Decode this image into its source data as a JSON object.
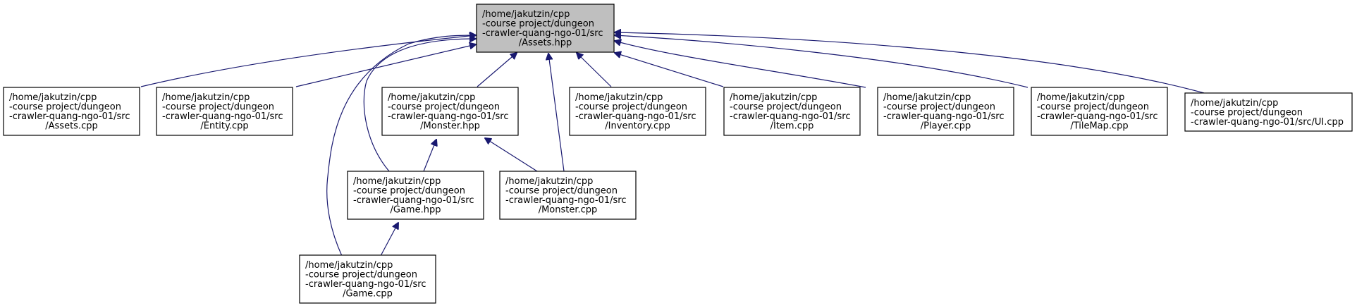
{
  "graph": {
    "edge_color": "#191970",
    "root_fill": "#bfbfbf",
    "node_fill": "#ffffff",
    "nodes": {
      "assets_hpp": [
        "/home/jakutzin/cpp",
        "-course project/dungeon",
        "-crawler-quang-ngo-01/src",
        "/Assets.hpp"
      ],
      "assets_cpp": [
        "/home/jakutzin/cpp",
        "-course project/dungeon",
        "-crawler-quang-ngo-01/src",
        "/Assets.cpp"
      ],
      "entity_cpp": [
        "/home/jakutzin/cpp",
        "-course project/dungeon",
        "-crawler-quang-ngo-01/src",
        "/Entity.cpp"
      ],
      "monster_hpp": [
        "/home/jakutzin/cpp",
        "-course project/dungeon",
        "-crawler-quang-ngo-01/src",
        "/Monster.hpp"
      ],
      "inventory_cpp": [
        "/home/jakutzin/cpp",
        "-course project/dungeon",
        "-crawler-quang-ngo-01/src",
        "/Inventory.cpp"
      ],
      "item_cpp": [
        "/home/jakutzin/cpp",
        "-course project/dungeon",
        "-crawler-quang-ngo-01/src",
        "/Item.cpp"
      ],
      "player_cpp": [
        "/home/jakutzin/cpp",
        "-course project/dungeon",
        "-crawler-quang-ngo-01/src",
        "/Player.cpp"
      ],
      "tilemap_cpp": [
        "/home/jakutzin/cpp",
        "-course project/dungeon",
        "-crawler-quang-ngo-01/src",
        "/TileMap.cpp"
      ],
      "ui_cpp": [
        "/home/jakutzin/cpp",
        "-course project/dungeon",
        "-crawler-quang-ngo-01/src/UI.cpp"
      ],
      "game_hpp": [
        "/home/jakutzin/cpp",
        "-course project/dungeon",
        "-crawler-quang-ngo-01/src",
        "/Game.hpp"
      ],
      "monster_cpp": [
        "/home/jakutzin/cpp",
        "-course project/dungeon",
        "-crawler-quang-ngo-01/src",
        "/Monster.cpp"
      ],
      "game_cpp": [
        "/home/jakutzin/cpp",
        "-course project/dungeon",
        "-crawler-quang-ngo-01/src",
        "/Game.cpp"
      ]
    }
  }
}
